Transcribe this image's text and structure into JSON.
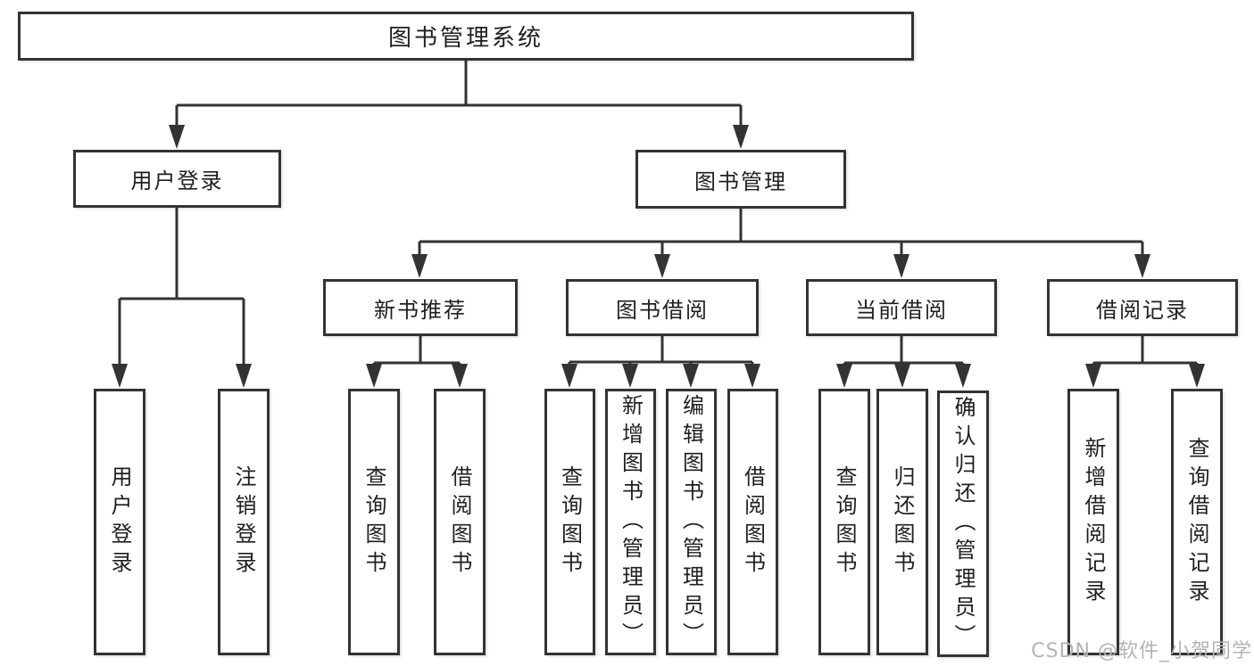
{
  "diagram_title": "图书管理系统",
  "nodes": {
    "root": {
      "label": "图书管理系统"
    },
    "level2": [
      {
        "label": "用户登录",
        "parent": "图书管理系统"
      },
      {
        "label": "图书管理",
        "parent": "图书管理系统"
      }
    ],
    "level3": [
      {
        "label": "新书推荐",
        "parent": "图书管理"
      },
      {
        "label": "图书借阅",
        "parent": "图书管理"
      },
      {
        "label": "当前借阅",
        "parent": "图书管理"
      },
      {
        "label": "借阅记录",
        "parent": "图书管理"
      }
    ],
    "leaves": [
      {
        "label": "用户登录",
        "parent": "用户登录"
      },
      {
        "label": "注销登录",
        "parent": "用户登录"
      },
      {
        "label": "查询图书",
        "parent": "新书推荐"
      },
      {
        "label": "借阅图书",
        "parent": "新书推荐"
      },
      {
        "label": "查询图书",
        "parent": "图书借阅"
      },
      {
        "label": "新增图书（管理员）",
        "parent": "图书借阅"
      },
      {
        "label": "编辑图书（管理员）",
        "parent": "图书借阅"
      },
      {
        "label": "借阅图书",
        "parent": "图书借阅"
      },
      {
        "label": "查询图书",
        "parent": "当前借阅"
      },
      {
        "label": "归还图书",
        "parent": "当前借阅"
      },
      {
        "label": "确认归还（管理员）",
        "parent": "当前借阅"
      },
      {
        "label": "新增借阅记录",
        "parent": "借阅记录"
      },
      {
        "label": "查询借阅记录",
        "parent": "借阅记录"
      }
    ]
  },
  "watermark": {
    "text": "CSDN @软件_小贺同学"
  },
  "colors": {
    "line": "#333333",
    "box_border": "#333333",
    "text": "#1f1f1f",
    "background": "#ffffff",
    "watermark": "#b4b4b4"
  }
}
